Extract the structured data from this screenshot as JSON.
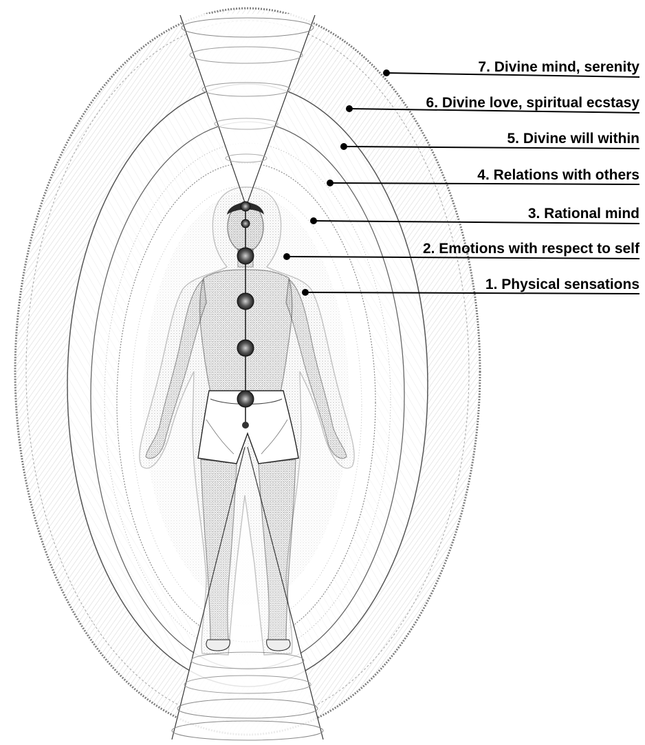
{
  "layers": [
    {
      "number": 7,
      "label": "7. Divine mind, serenity"
    },
    {
      "number": 6,
      "label": "6. Divine love, spiritual ecstasy"
    },
    {
      "number": 5,
      "label": "5. Divine will within"
    },
    {
      "number": 4,
      "label": "4. Relations with others"
    },
    {
      "number": 3,
      "label": "3. Rational mind"
    },
    {
      "number": 2,
      "label": "2. Emotions with respect to self"
    },
    {
      "number": 1,
      "label": "1. Physical sensations"
    }
  ]
}
